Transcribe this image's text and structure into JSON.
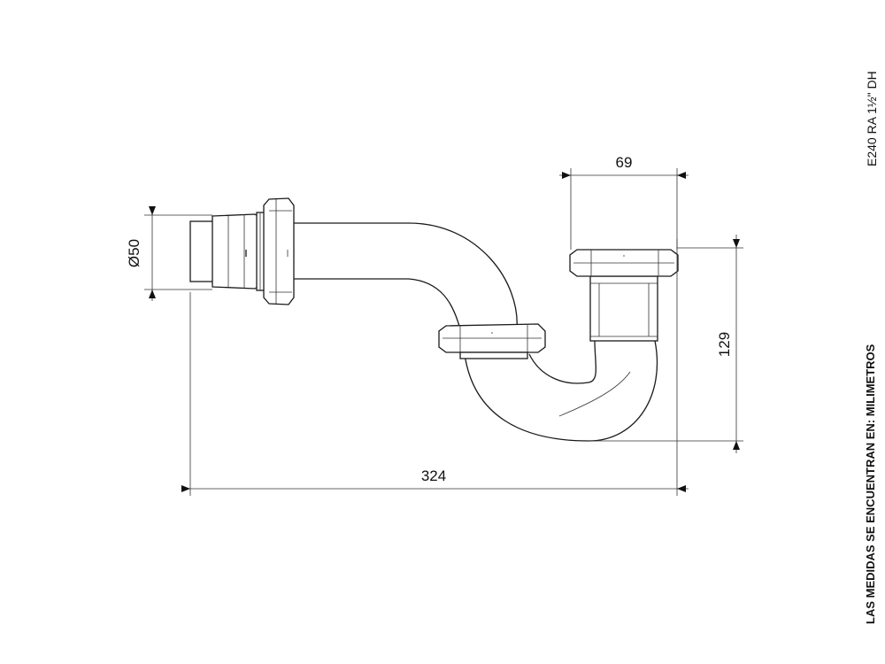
{
  "drawing": {
    "code": "E240 RA 1½\" DH",
    "units_note": "LAS MEDIDAS SE ENCUENTRAN EN: MILIMETROS",
    "dimensions": {
      "diameter": "Ø50",
      "width_total": "324",
      "width_outlet": "69",
      "height": "129"
    }
  }
}
